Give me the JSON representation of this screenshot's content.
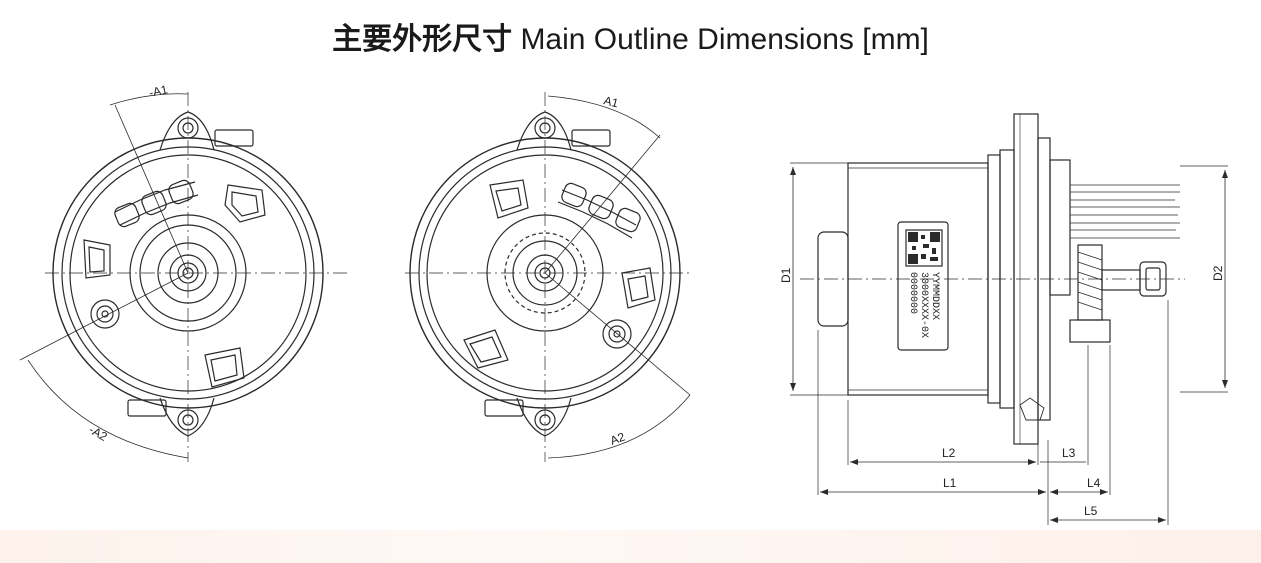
{
  "title": {
    "zh": "主要外形尺寸",
    "en": "Main Outline Dimensions [mm]"
  },
  "labels": {
    "front_left": {
      "a1": "-A1",
      "a2": "-A2"
    },
    "front_right": {
      "a1": "A1",
      "a2": "A2"
    },
    "side": {
      "d1": "D1",
      "d2": "D2",
      "l1": "L1",
      "l2": "L2",
      "l3": "L3",
      "l4": "L4",
      "l5": "L5",
      "marking_line1": "0000000",
      "marking_line2": "3000XXXX-0X",
      "marking_line3": "YYMMDDXX"
    }
  },
  "colors": {
    "line": "#2b2b2b",
    "accent_watermark": "#f28a4a"
  }
}
